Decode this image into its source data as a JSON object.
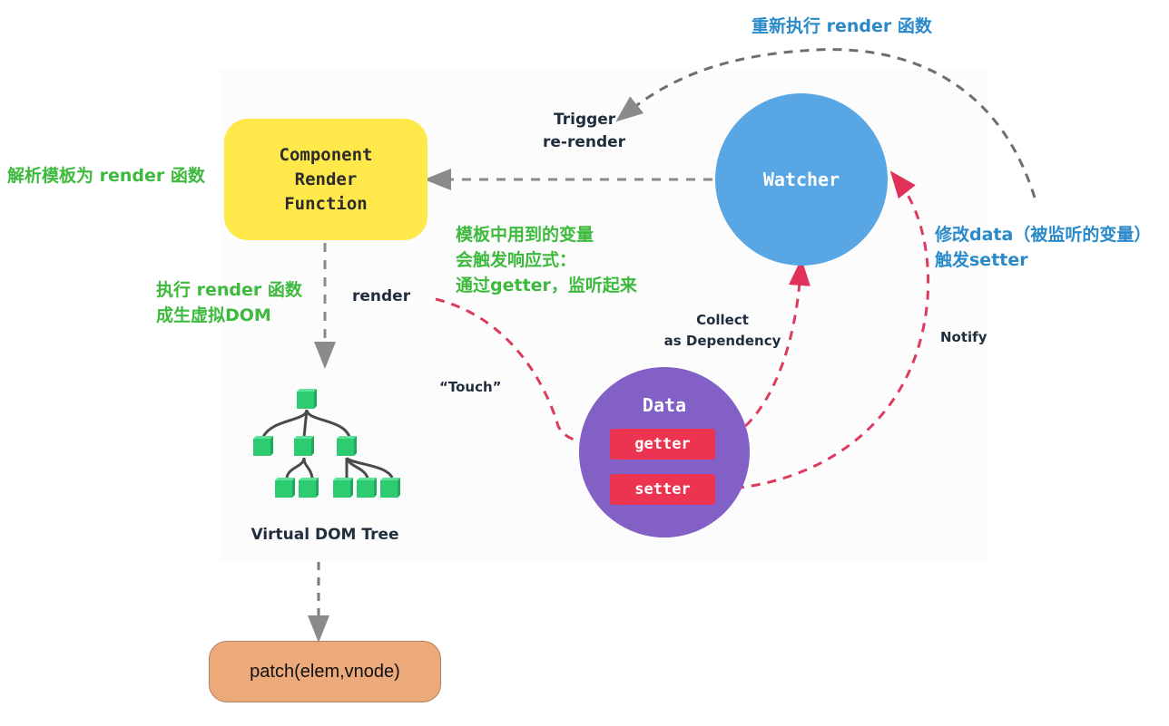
{
  "colors": {
    "annotation_green": "#3dba3d",
    "annotation_blue": "#2a8ac9",
    "component_box": "#ffe84a",
    "watcher_circle": "#58a6e4",
    "data_circle": "#8260c5",
    "getter_setter": "#ec3350",
    "patch_box": "#eca97a",
    "tree_node": "#2ecc71",
    "reactive_arrow": "#dd3b5e",
    "flow_arrow": "#808080"
  },
  "nodes": {
    "component": {
      "line1": "Component",
      "line2": "Render",
      "line3": "Function"
    },
    "watcher": {
      "label": "Watcher"
    },
    "data": {
      "label": "Data",
      "getter": "getter",
      "setter": "setter"
    },
    "vdom": {
      "label": "Virtual DOM Tree"
    },
    "patch": {
      "label": "patch(elem,vnode)"
    }
  },
  "edge_labels": {
    "trigger_line1": "Trigger",
    "trigger_line2": "re-render",
    "render": "render",
    "touch": "“Touch”",
    "collect_line1": "Collect",
    "collect_line2": "as Dependency",
    "notify": "Notify"
  },
  "annotations": {
    "parse_template": "解析模板为 render 函数",
    "rerun_render": "重新执行 render 函数",
    "exec_render_line1": "执行 render 函数",
    "exec_render_line2": "成生虚拟DOM",
    "template_vars_line1": "模板中用到的变量",
    "template_vars_line2": "会触发响应式：",
    "template_vars_line3": "通过getter，监听起来",
    "modify_data_line1": "修改data（被监听的变量）",
    "modify_data_line2": "触发setter"
  }
}
